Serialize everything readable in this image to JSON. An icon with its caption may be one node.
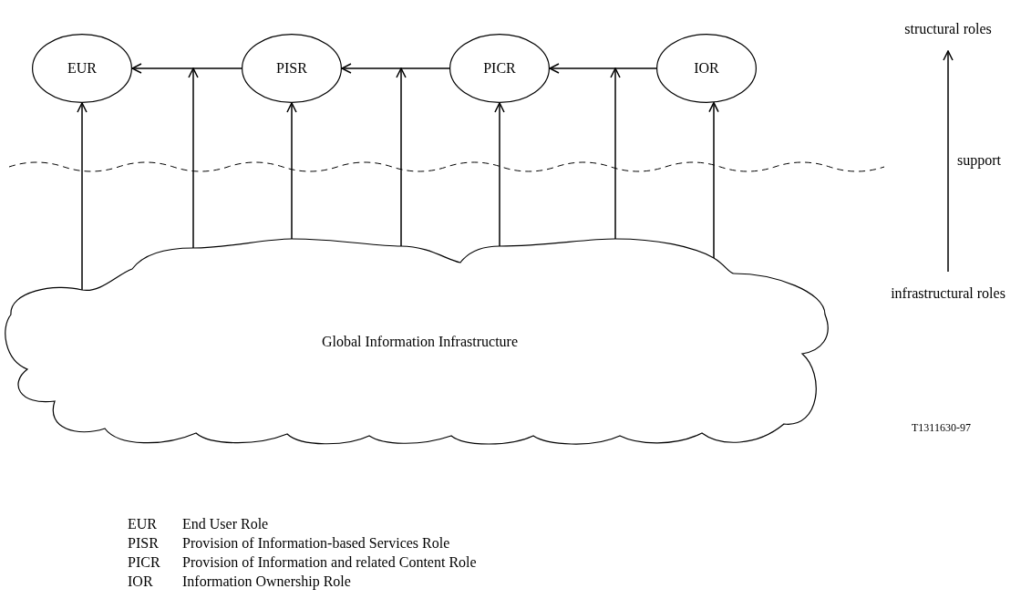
{
  "diagram": {
    "nodes": [
      {
        "text": [
          "EUR"
        ]
      },
      {
        "text": [
          "PISR"
        ]
      },
      {
        "text": [
          "PICR"
        ]
      },
      {
        "text": [
          "IOR"
        ]
      },
      {
        "text": [
          "structural roles"
        ]
      },
      {
        "text": [
          "infrastructural roles"
        ]
      },
      {
        "text": [
          "Global Information Infrastructure"
        ]
      }
    ],
    "edges": [
      {
        "from": 1,
        "to": 0,
        "arrow": "to"
      },
      {
        "from": 2,
        "to": 1,
        "arrow": "to"
      },
      {
        "from": 3,
        "to": 2,
        "arrow": "to"
      },
      {
        "from": 6,
        "to": 0,
        "arrow": "to"
      },
      {
        "from": 6,
        "to": null,
        "arrow": "to"
      },
      {
        "from": 6,
        "to": 1,
        "arrow": "to"
      },
      {
        "from": 6,
        "to": null,
        "arrow": "to"
      },
      {
        "from": 6,
        "to": 2,
        "arrow": "to"
      },
      {
        "from": 6,
        "to": null,
        "arrow": "to"
      },
      {
        "from": 6,
        "to": 3,
        "arrow": "to"
      },
      {
        "from": 5,
        "to": 4,
        "label": "support",
        "arrow": "to"
      }
    ],
    "labels": [
      "T1311630-97",
      "EUR",
      "End User Role",
      "PISR",
      "Provision of Information-based Services Role",
      "PICR",
      "Provision of Information and related Content Role",
      "IOR",
      "Information Ownership Role"
    ]
  }
}
